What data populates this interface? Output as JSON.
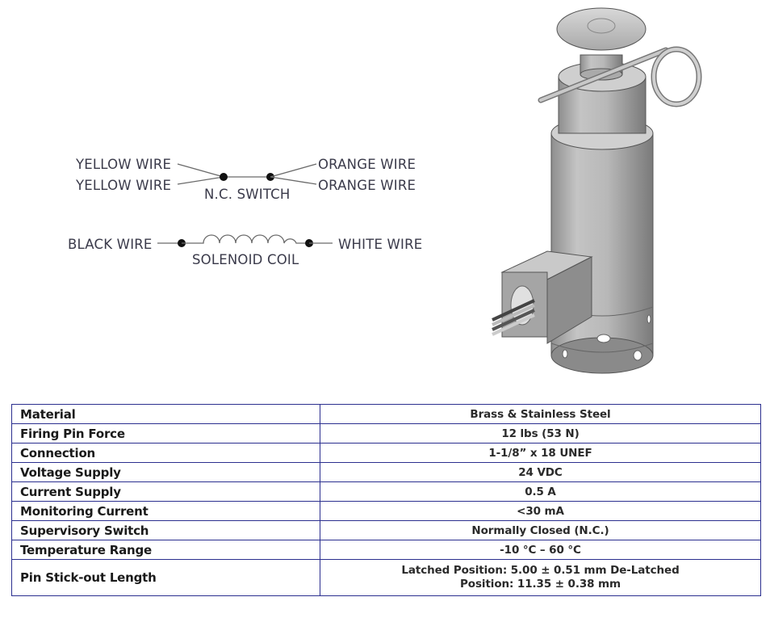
{
  "wiring_diagram": {
    "switch": {
      "left_top": "YELLOW WIRE",
      "left_bottom": "YELLOW WIRE",
      "right_top": "ORANGE WIRE",
      "right_bottom": "ORANGE WIRE",
      "label": "N.C. SWITCH"
    },
    "coil": {
      "left": "BLACK WIRE",
      "right": "WHITE WIRE",
      "label": "SOLENOID COIL"
    }
  },
  "device_image": {
    "description": "3D rendering of solenoid actuator with safety pin"
  },
  "spec_table": {
    "rows": [
      {
        "label": "Material",
        "value": "Brass & Stainless Steel"
      },
      {
        "label": "Firing Pin Force",
        "value": "12 lbs (53 N)"
      },
      {
        "label": "Connection",
        "value": "1-1/8” x 18 UNEF"
      },
      {
        "label": "Voltage Supply",
        "value": "24 VDC"
      },
      {
        "label": "Current Supply",
        "value": "0.5 A"
      },
      {
        "label": "Monitoring Current",
        "value": "<30 mA"
      },
      {
        "label": "Supervisory Switch",
        "value": "Normally Closed (N.C.)"
      },
      {
        "label": "Temperature Range",
        "value": "-10 °C – 60 °C"
      },
      {
        "label": "Pin Stick-out Length",
        "value_line1": "Latched Position: 5.00 ± 0.51 mm  De-Latched",
        "value_line2": "Position: 11.35 ± 0.38 mm"
      }
    ]
  }
}
